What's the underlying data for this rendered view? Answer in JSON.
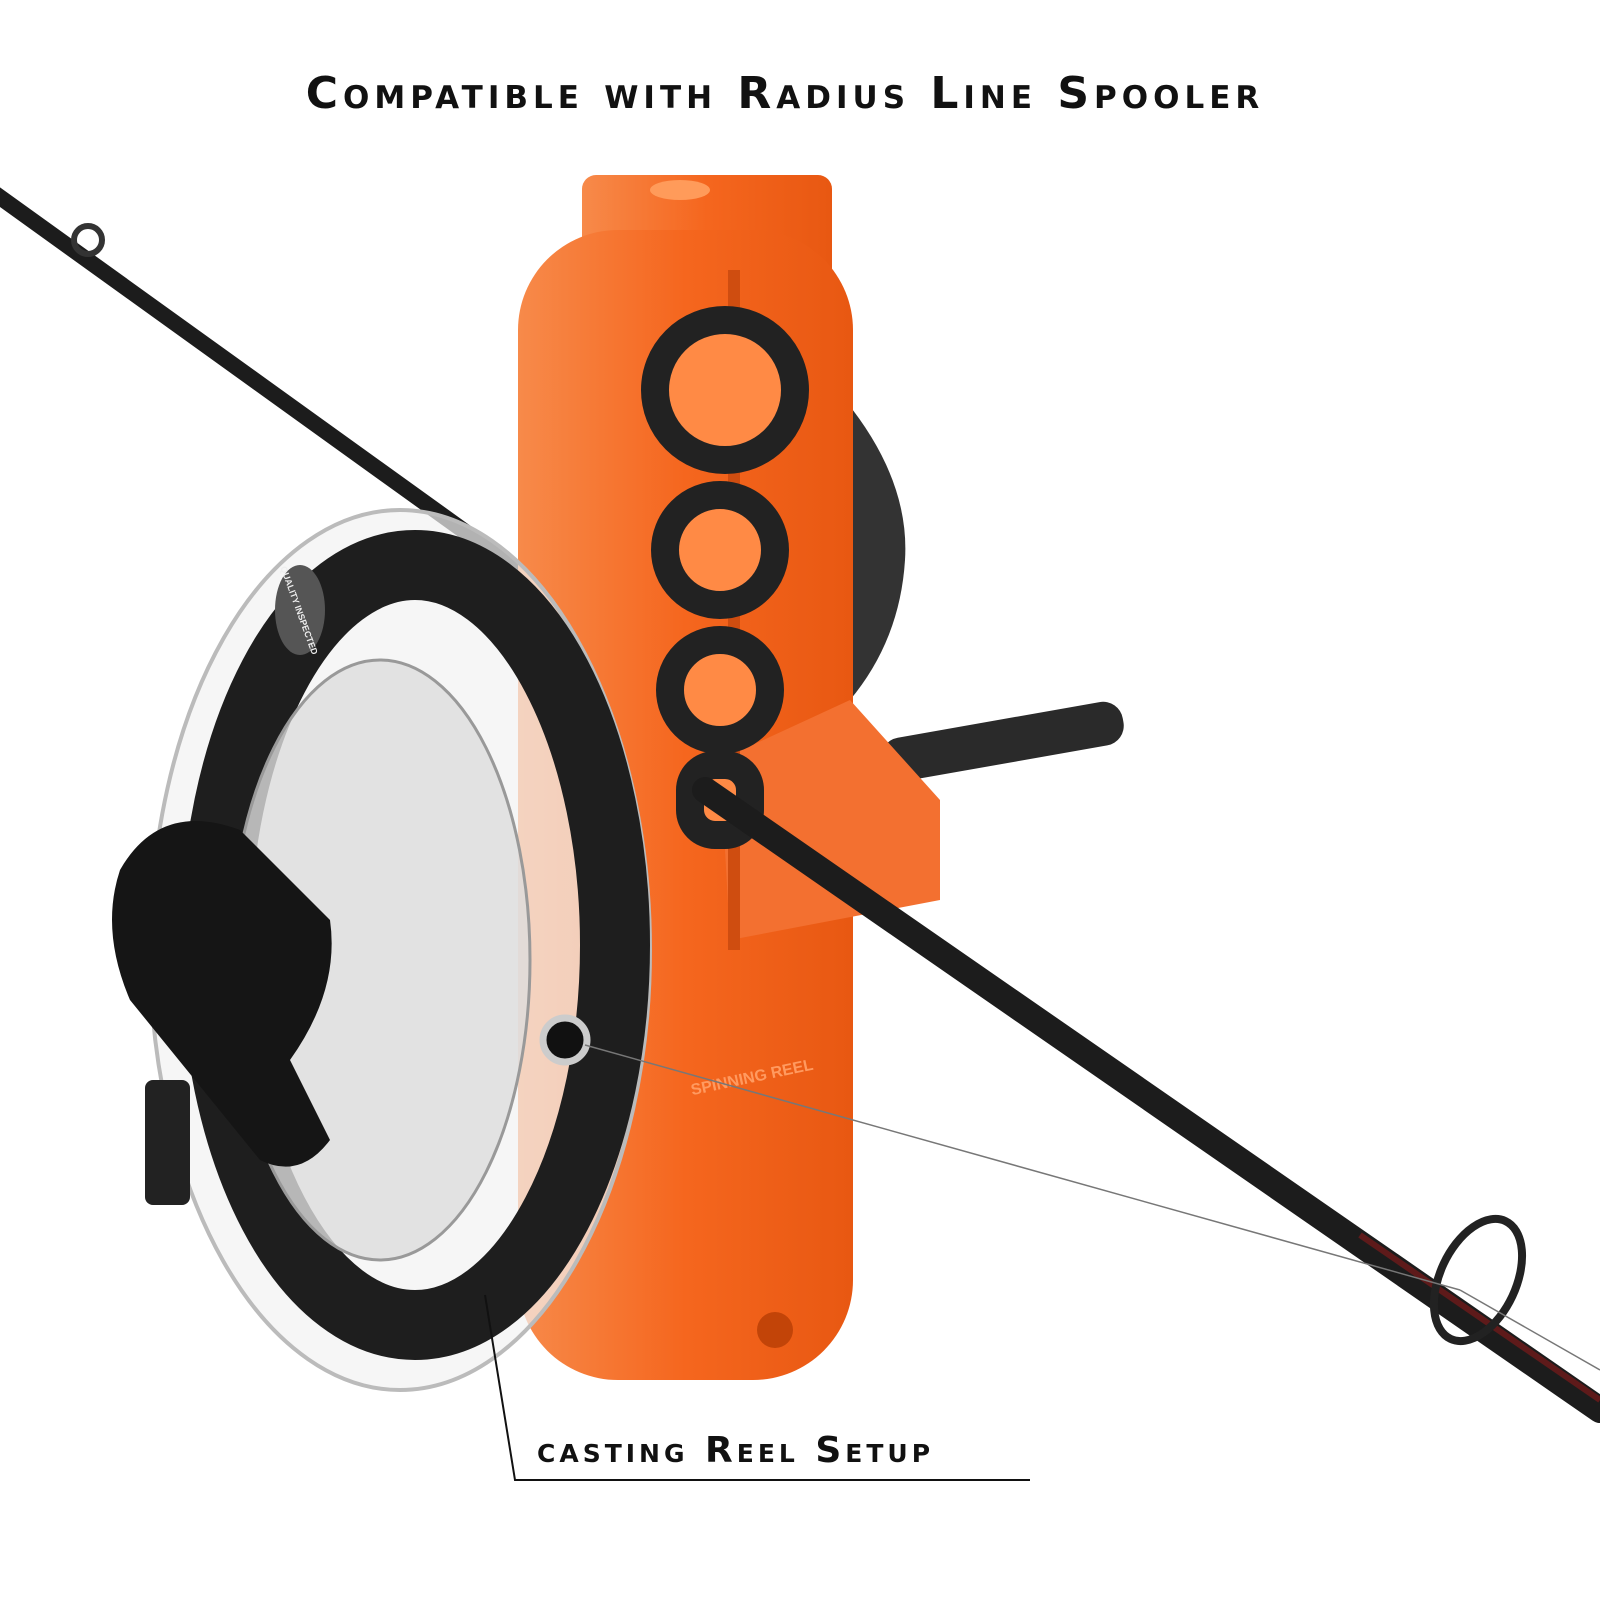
{
  "title": "Compatible with Radius Line Spooler",
  "callout": {
    "label": "casting Reel Setup"
  },
  "colors": {
    "spooler_body": "#f5661e",
    "rod": "#1c1c1c",
    "text": "#111111"
  },
  "product_text": {
    "spool_badge": "QUALITY INSPECTED",
    "body_embossed": "SPINNING REEL"
  }
}
